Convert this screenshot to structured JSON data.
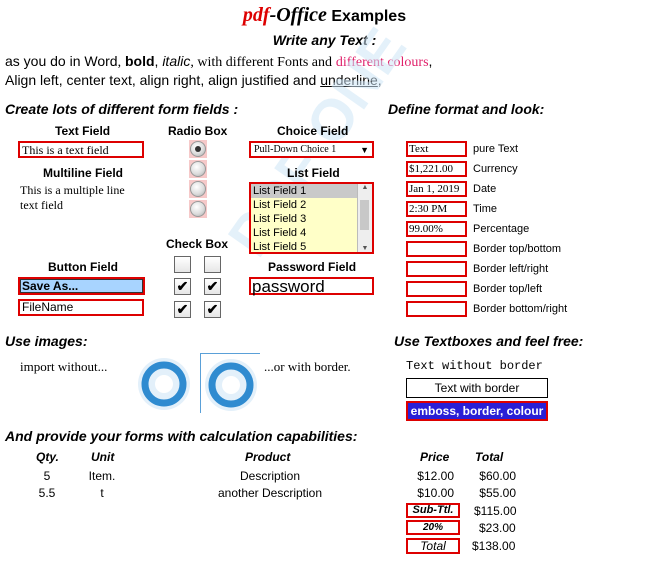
{
  "header": {
    "title_part1": "pdf",
    "title_part2": "-Office",
    "title_part3": " Examples",
    "subtitle": "Write any Text :"
  },
  "intro": {
    "line1_a": "as you do in Word",
    "line1_b": ",",
    "line1_bold": "bold",
    "line1_c": ",",
    "line1_italic": "italic",
    "line1_d": ", with different Fonts and",
    "line1_colour": "different colours",
    "line1_e": ",",
    "line2_a": "Align left, center text, align right, align justified  and",
    "line2_underline": "underline",
    "line2_b": ","
  },
  "forms": {
    "heading": "Create lots of different form fields :",
    "text_field_label": "Text Field",
    "text_field_value": "This is a text field",
    "multiline_label": "Multiline Field",
    "multiline_value_1": "This is a multiple line",
    "multiline_value_2": "text field",
    "radio_label": "Radio Box",
    "choice_label": "Choice Field",
    "choice_value": "Pull-Down Choice 1",
    "list_label": "List Field",
    "list_items": [
      "List Field 1",
      "List Field 2",
      "List Field 3",
      "List Field 4",
      "List Field 5"
    ],
    "checkbox_label": "Check Box",
    "button_label": "Button Field",
    "button_save": "Save As...",
    "button_filename": "FileName",
    "password_label": "Password Field",
    "password_value": "password"
  },
  "format": {
    "heading": "Define format and look:",
    "rows": [
      {
        "value": "Text",
        "label": "pure Text"
      },
      {
        "value": "$1,221.00",
        "label": "Currency"
      },
      {
        "value": "Jan 1, 2019",
        "label": "Date"
      },
      {
        "value": "2:30 PM",
        "label": "Time"
      },
      {
        "value": "99.00%",
        "label": "Percentage"
      },
      {
        "value": "",
        "label": "Border top/bottom"
      },
      {
        "value": "",
        "label": "Border left/right"
      },
      {
        "value": "",
        "label": "Border top/left"
      },
      {
        "value": "",
        "label": "Border bottom/right"
      }
    ]
  },
  "images": {
    "heading": "Use images:",
    "import_without": "import without...",
    "with_border": "...or with border."
  },
  "textboxes": {
    "heading": "Use Textboxes and feel free:",
    "no_border": "Text without border",
    "with_border": "Text with border",
    "emboss": "emboss, border, colour"
  },
  "calc": {
    "heading": "And provide your forms with calculation capabilities:",
    "col_qty": "Qty.",
    "col_unit": "Unit",
    "col_product": "Product",
    "col_price": "Price",
    "col_total": "Total",
    "rows": [
      {
        "qty": "5",
        "unit": "Item.",
        "product": "Description",
        "price": "$12.00",
        "total": "$60.00"
      },
      {
        "qty": "5.5",
        "unit": "t",
        "product": "another Description",
        "price": "$10.00",
        "total": "$55.00"
      }
    ],
    "subtotal_label": "Sub-Ttl.",
    "subtotal_value": "$115.00",
    "tax_label": "20%",
    "tax_value": "$23.00",
    "total_label": "Total",
    "total_value": "$138.00"
  },
  "watermark": "PDF-ONE",
  "colors": {
    "accent_red": "#dd0000",
    "pink_text": "#e0206a",
    "emboss_bg": "#2a1fd6",
    "button_blue": "#a8d4ff"
  }
}
